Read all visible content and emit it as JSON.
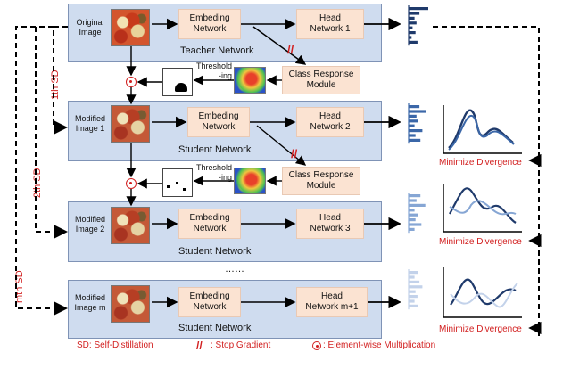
{
  "teacher": {
    "image_label": "Original\nImage",
    "embed": "Embeding\nNetwork",
    "head": "Head\nNetwork 1",
    "network": "Teacher Network"
  },
  "students": [
    {
      "image_label": "Modified\nImage 1",
      "embed": "Embeding\nNetwork",
      "head": "Head\nNetwork 2",
      "network": "Student Network"
    },
    {
      "image_label": "Modified\nImage 2",
      "embed": "Embeding\nNetwork",
      "head": "Head\nNetwork 3",
      "network": "Student Network"
    },
    {
      "image_label": "Modified\nImage m",
      "embed": "Embeding\nNetwork",
      "head": "Head\nNetwork m+1",
      "network": "Student Network"
    }
  ],
  "crm": [
    "Class Response\nModule",
    "Class Response\nModule"
  ],
  "threshold": [
    "Threshold\n-ing",
    "Threshold\n-ing"
  ],
  "sd_labels": [
    "1th SD",
    "2th SD",
    "mth SD"
  ],
  "ellipsis": "……",
  "minimize": [
    "Minimize Divergence",
    "Minimize Divergence",
    "Minimize Divergence"
  ],
  "legend": {
    "sd": "SD: Self-Distillation",
    "stop": ": Stop Gradient",
    "mult": ": Element-wise Multiplication"
  },
  "colors": {
    "accent_red": "#d21f1f",
    "bar_dark": "#1f3a6b",
    "bar_mid": "#3b67a8",
    "bar_light": "#86a6d4",
    "bar_pale": "#c3d2ea",
    "network_bg": "#cfdcef",
    "block_bg": "#fbe3d2"
  },
  "distributions": [
    [
      1.0,
      0.55,
      0.3,
      0.4,
      0.2,
      0.35,
      0.15,
      0.45
    ],
    [
      0.55,
      0.9,
      0.4,
      0.5,
      0.3,
      0.7,
      0.35,
      0.6
    ],
    [
      0.6,
      0.4,
      0.85,
      0.3,
      0.5,
      0.35,
      0.65,
      0.3
    ],
    [
      0.5,
      0.3,
      0.55,
      0.7,
      0.35,
      0.45,
      0.3,
      0.5
    ]
  ]
}
